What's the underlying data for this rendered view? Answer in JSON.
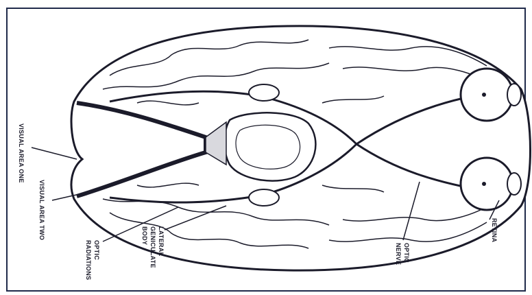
{
  "labels": {
    "visual_area_one": "VISUAL AREA ONE",
    "visual_area_two": "VISUAL AREA TWO",
    "optic_radiations_line1": "OPTIC",
    "optic_radiations_line2": "RADIATIONS",
    "lgb_line1": "LATERAL",
    "lgb_line2": "GENICULATE",
    "lgb_line3": "BODY",
    "optic_nerve_line1": "OPTIC",
    "optic_nerve_line2": "NERVE",
    "retina": "RETINA"
  },
  "colors": {
    "ink": "#1b1b2a",
    "paper": "#ffffff",
    "fill": "#d9d9de",
    "frame": "#1f2a4a"
  }
}
